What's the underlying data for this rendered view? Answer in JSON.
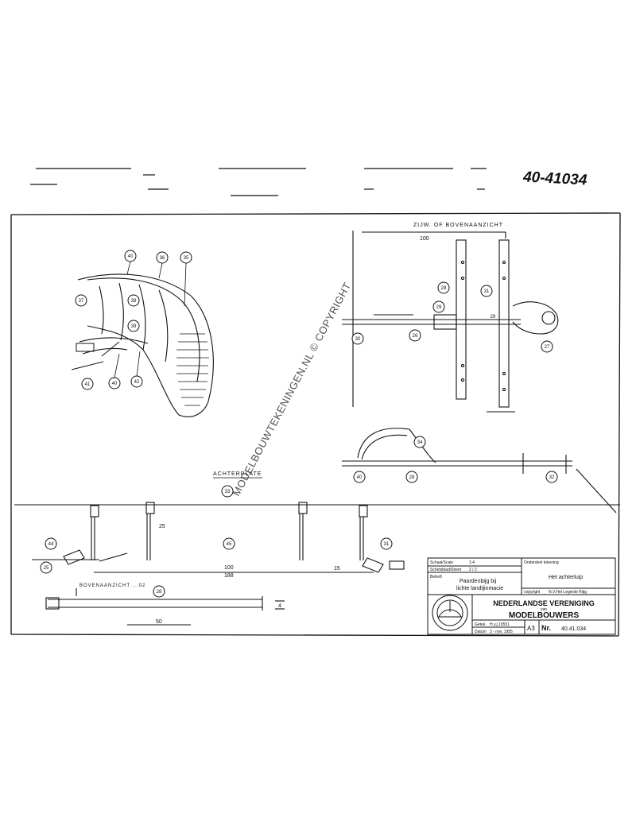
{
  "drawing": {
    "handwritten_number": "40-41034",
    "watermark": "MODELBOUWTEKENINGEN.NL © COPYRIGHT",
    "section_labels": {
      "top_right": "ZIJW. OF BOVENAANZICHT",
      "mid_left": "ACHTERPLATE",
      "lower_left": "BOVENAANZICHT ...02"
    },
    "dimensions": {
      "d1": "100",
      "d2": "100",
      "d3": "188",
      "d4": "50",
      "d5": "15",
      "d6": "4",
      "d7": "25"
    },
    "callouts": [
      "40",
      "36",
      "35",
      "37",
      "38",
      "39",
      "41",
      "40",
      "42",
      "28",
      "31",
      "29",
      "30",
      "26",
      "27",
      "34",
      "40",
      "28",
      "32",
      "33",
      "44",
      "45",
      "31",
      "25",
      "28",
      "29"
    ]
  },
  "title_block": {
    "scale_label": "Schaal/Scale",
    "scale_value": "1:4",
    "sheet_label": "Schetsblad/Sheet",
    "sheet_value": "2 / 2",
    "subject_label": "Betreft",
    "subject_line1": "Paardenbijg bij",
    "subject_line2": "lichte landtjinmacie",
    "ship_label": "Onderdeel tekening",
    "ship_name": "Het achterluip",
    "copyright_label": "copyright",
    "copyright_value": "N.V.Het Legerde Rijig",
    "org_line1": "NEDERLANDSE VERENIGING",
    "org_van": "van",
    "org_line2": "MODELBOUWERS",
    "drawn_label": "Getek.",
    "drawn_value": "H.v.j.19551",
    "date_label": "Datum",
    "date_value": "3 - nov. 1955",
    "format": "A3",
    "nr_label": "Nr.",
    "number": "40.41.034"
  }
}
